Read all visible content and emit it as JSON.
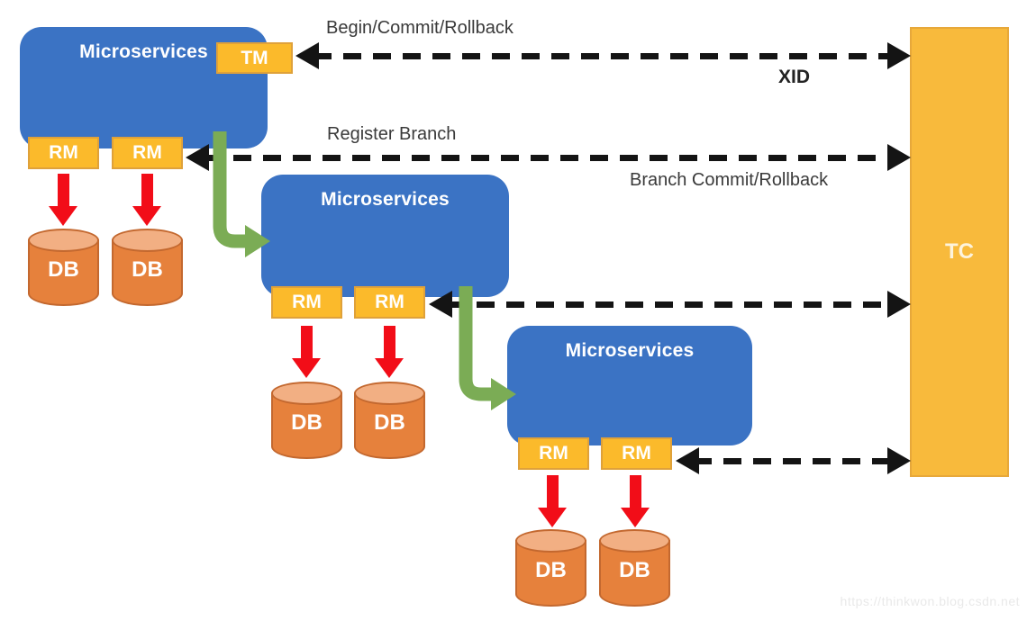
{
  "nodes": {
    "microservice_label": "Microservices",
    "tm_label": "TM",
    "rm_label": "RM",
    "db_label": "DB",
    "tc_label": "TC"
  },
  "annotations": {
    "begin_commit_rollback": "Begin/Commit/Rollback",
    "xid": "XID",
    "register_branch": "Register Branch",
    "branch_commit_rollback": "Branch Commit/Rollback"
  },
  "watermark": "https://thinkwon.blog.csdn.net",
  "colors": {
    "box_blue": "#3B73C4",
    "badge_yellow": "#FBBA2B",
    "badge_border": "#DFA13A",
    "tc_yellow": "#F8BA3C",
    "tc_border": "#E7A83A",
    "db_orange": "#E6813C",
    "db_top": "#F2AF83",
    "db_border": "#C3682F",
    "arrow_red": "#F20D18",
    "arrow_green": "#7BAC55",
    "arrow_black": "#141414",
    "label_text": "#3A3A3A",
    "watermark_text": "#E9E9E9"
  }
}
